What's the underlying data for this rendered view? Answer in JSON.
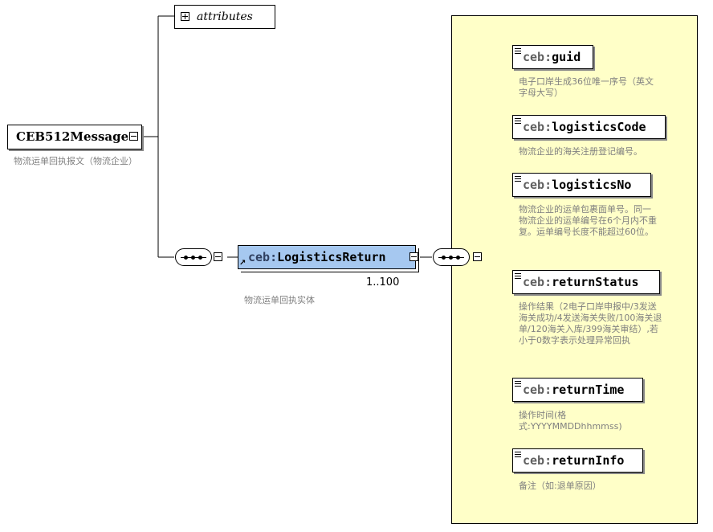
{
  "root": {
    "label": "CEB512Message",
    "description": "物流运单回执报文（物流企业）"
  },
  "attributes": {
    "label": "attributes"
  },
  "logistics_return": {
    "prefix": "ceb:",
    "name": "LogisticsReturn",
    "multiplicity": "1..100",
    "description": "物流运单回执实体"
  },
  "elements": [
    {
      "prefix": "ceb:",
      "name": "guid",
      "description": "电子口岸生成36位唯一序号（英文字母大写）"
    },
    {
      "prefix": "ceb:",
      "name": "logisticsCode",
      "description": "物流企业的海关注册登记编号。"
    },
    {
      "prefix": "ceb:",
      "name": "logisticsNo",
      "description": "物流企业的运单包裹面单号。同一物流企业的运单编号在6个月内不重复。运单编号长度不能超过60位。"
    },
    {
      "prefix": "ceb:",
      "name": "returnStatus",
      "description": "操作结果（2电子口岸申报中/3发送海关成功/4发送海关失败/100海关退单/120海关入库/399海关审结）,若小于0数字表示处理异常回执"
    },
    {
      "prefix": "ceb:",
      "name": "returnTime",
      "description": "操作时间(格式:YYYYMMDDhhmmss)"
    },
    {
      "prefix": "ceb:",
      "name": "returnInfo",
      "description": "备注（如:退单原因）"
    }
  ]
}
